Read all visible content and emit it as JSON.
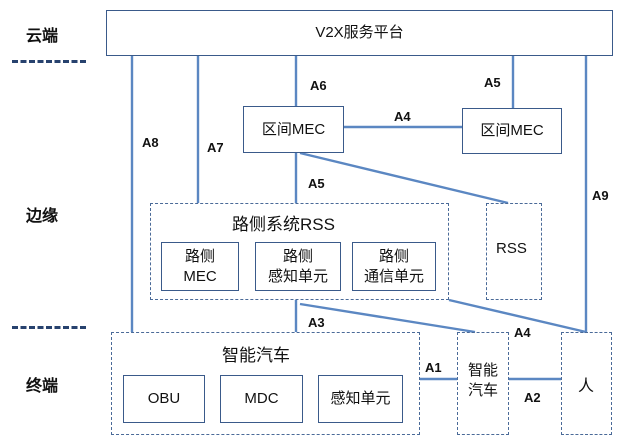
{
  "layers": {
    "cloud": "云端",
    "edge": "边缘",
    "terminal": "终端"
  },
  "platform": {
    "label": "V2X服务平台"
  },
  "mec_left": {
    "label": "区间MEC"
  },
  "mec_right": {
    "label": "区间MEC"
  },
  "rss_system": {
    "title": "路侧系统RSS",
    "units": [
      {
        "line1": "路侧",
        "line2": "MEC"
      },
      {
        "line1": "路侧",
        "line2": "感知单元"
      },
      {
        "line1": "路侧",
        "line2": "通信单元"
      }
    ]
  },
  "rss_small": {
    "label": "RSS"
  },
  "vehicle_group": {
    "title": "智能汽车",
    "units": [
      "OBU",
      "MDC",
      "感知单元"
    ]
  },
  "vehicle_small": {
    "line1": "智能",
    "line2": "汽车"
  },
  "person": {
    "label": "人"
  },
  "interfaces": {
    "a1": "A1",
    "a2": "A2",
    "a3": "A3",
    "a4_top": "A4",
    "a4_bottom": "A4",
    "a5_top": "A5",
    "a5_mid": "A5",
    "a6": "A6",
    "a7": "A7",
    "a8": "A8",
    "a9": "A9"
  },
  "colors": {
    "line": "#5b87c2",
    "border": "#3a5a8a",
    "separator": "#27426e"
  }
}
